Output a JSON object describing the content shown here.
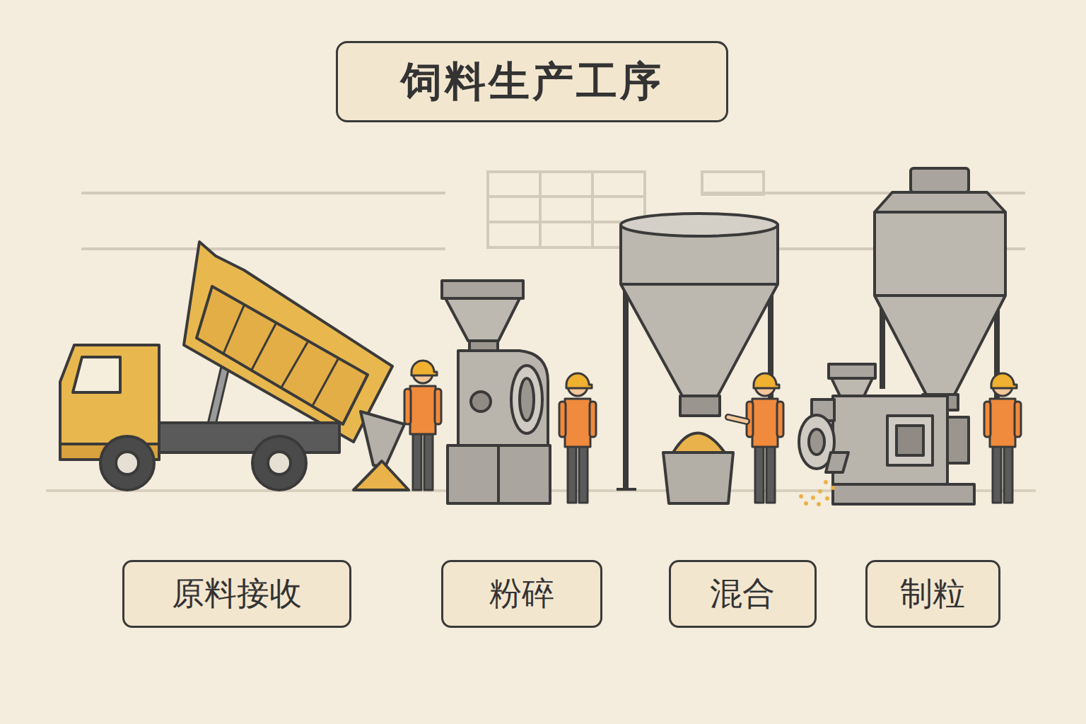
{
  "diagram": {
    "title": "饲料生产工序",
    "nodes": [
      {
        "text": [
          "原料接收"
        ]
      },
      {
        "text": [
          "粉碎"
        ]
      },
      {
        "text": [
          "混合"
        ]
      },
      {
        "text": [
          "制粒"
        ]
      }
    ]
  }
}
